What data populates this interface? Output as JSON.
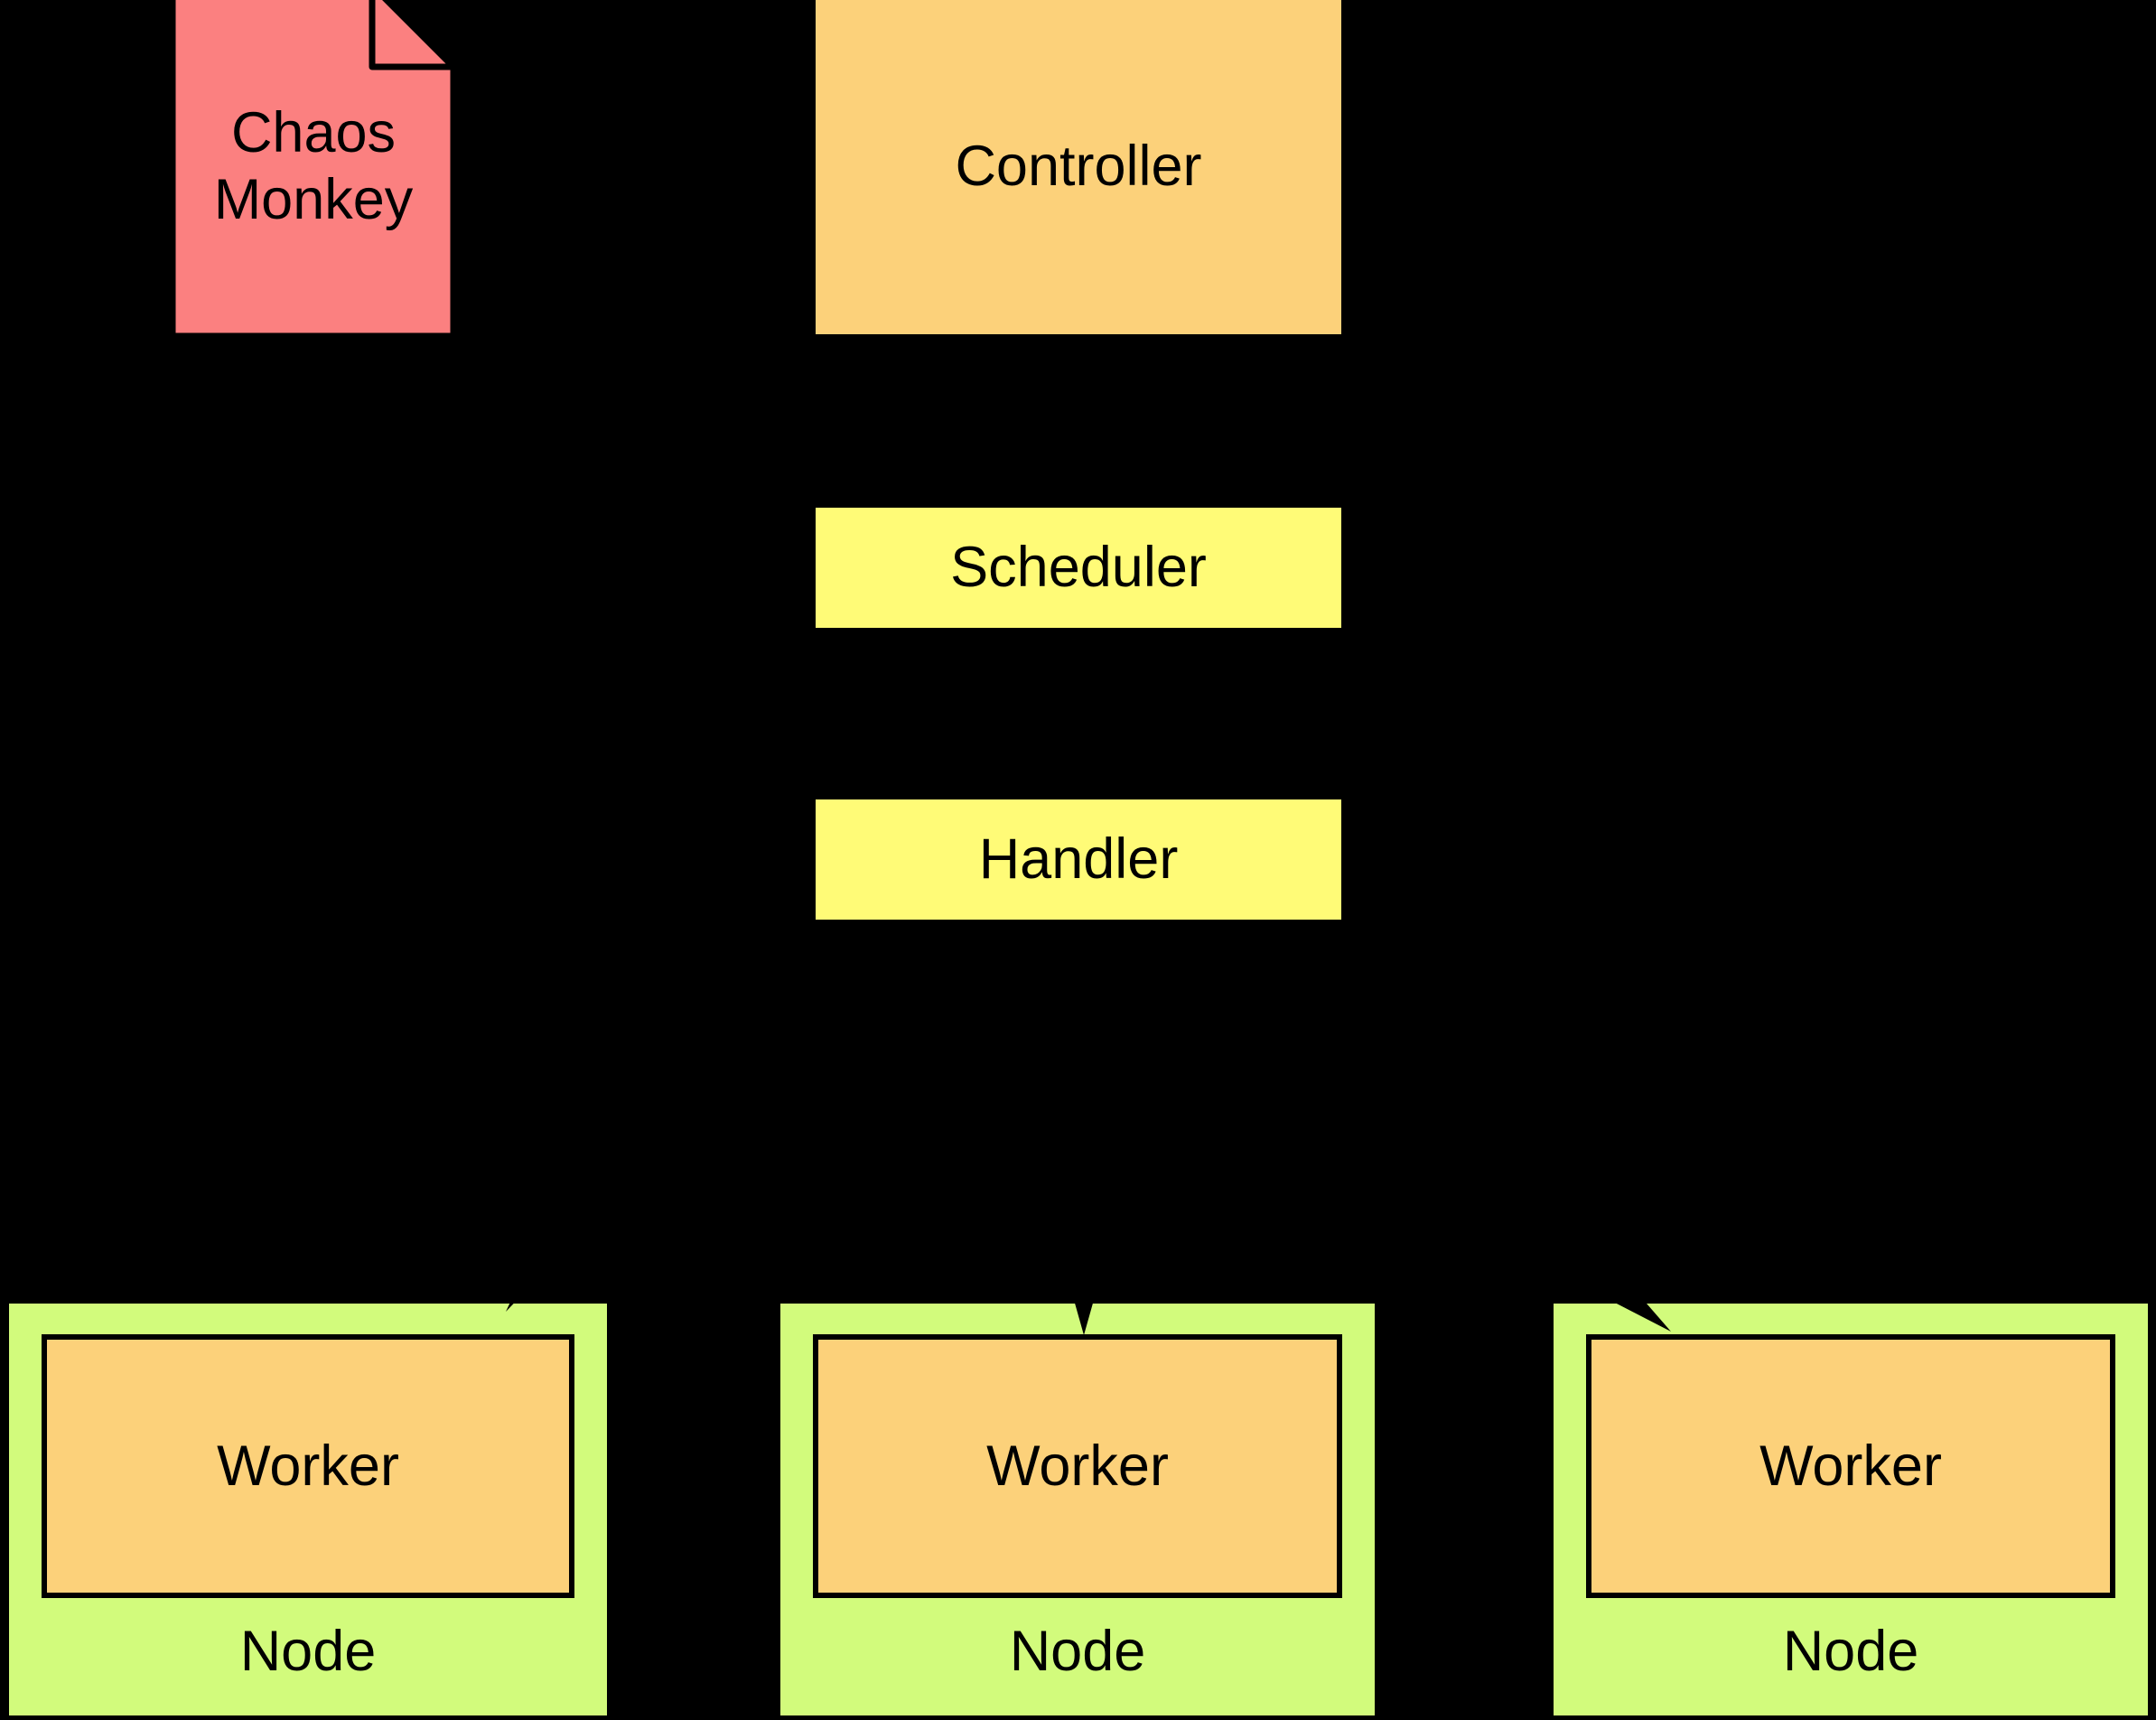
{
  "diagram": {
    "title": "Chaos Monkey / Controller / Scheduler / Handler / Node-Worker architecture",
    "background_color": "#000000",
    "nodes": {
      "chaos_monkey": {
        "label": "Chaos\nMonkey",
        "shape": "document-note",
        "fill": "#FB8080",
        "stroke": "#000000"
      },
      "controller": {
        "label": "Controller",
        "shape": "rectangle",
        "fill": "#FCD17A",
        "stroke": "#000000"
      },
      "scheduler": {
        "label": "Scheduler",
        "shape": "rectangle",
        "fill": "#FFFB77",
        "stroke": "#000000"
      },
      "handler": {
        "label": "Handler",
        "shape": "rectangle",
        "fill": "#FFFB77",
        "stroke": "#000000"
      }
    },
    "node_groups": [
      {
        "group_label": "Node",
        "worker_label": "Worker",
        "group_fill": "#D2FB7C",
        "worker_fill": "#FCD17A"
      },
      {
        "group_label": "Node",
        "worker_label": "Worker",
        "group_fill": "#D2FB7C",
        "worker_fill": "#FCD17A"
      },
      {
        "group_label": "Node",
        "worker_label": "Worker",
        "group_fill": "#D2FB7C",
        "worker_fill": "#FCD17A"
      }
    ],
    "edges": [
      {
        "from": "Controller",
        "to": "Scheduler",
        "arrow": "down"
      },
      {
        "from": "Scheduler",
        "to": "Handler",
        "arrow": "down"
      },
      {
        "from": "Handler",
        "to": "Node 1",
        "arrow": "down-left"
      },
      {
        "from": "Handler",
        "to": "Node 2",
        "arrow": "down"
      },
      {
        "from": "Handler",
        "to": "Node 3",
        "arrow": "down-right"
      }
    ]
  }
}
